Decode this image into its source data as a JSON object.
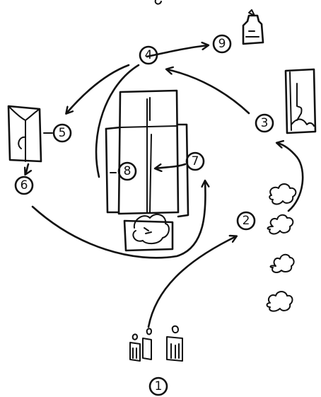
{
  "steps": [
    {
      "id": "1",
      "label": "1"
    },
    {
      "id": "2",
      "label": "2"
    },
    {
      "id": "3",
      "label": "3"
    },
    {
      "id": "4",
      "label": "4"
    },
    {
      "id": "5",
      "label": "5"
    },
    {
      "id": "6",
      "label": "6"
    },
    {
      "id": "7",
      "label": "7"
    },
    {
      "id": "8",
      "label": "8"
    },
    {
      "id": "9",
      "label": "9"
    }
  ]
}
